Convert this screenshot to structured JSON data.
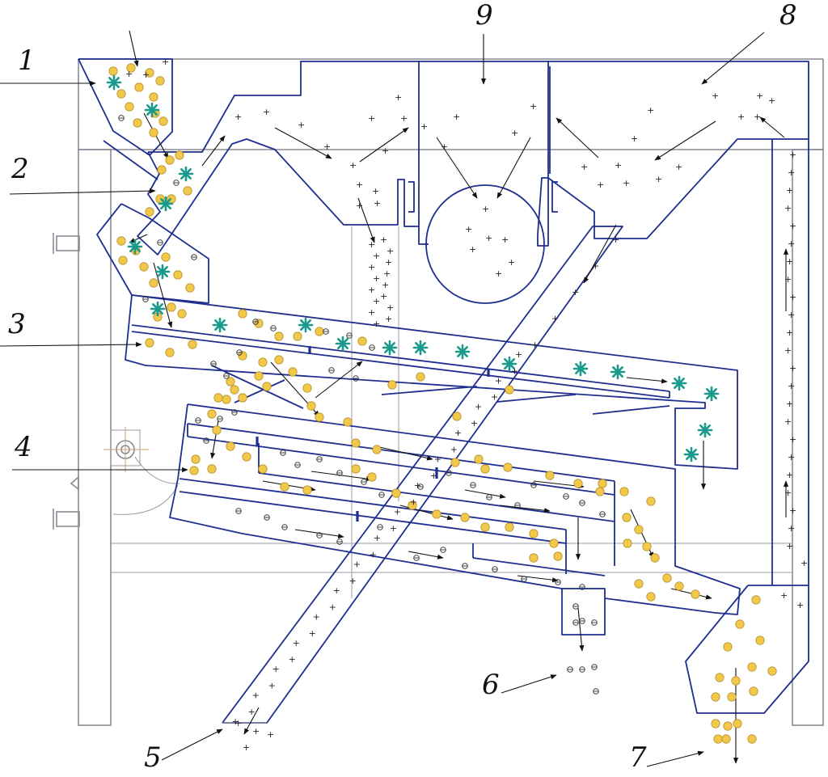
{
  "diagram": {
    "labels": [
      "1",
      "2",
      "3",
      "4",
      "5",
      "6",
      "7",
      "8",
      "9"
    ],
    "colors": {
      "outline": "#1f2f8f",
      "frame": "#8a8a96",
      "grain": "#f2c84b",
      "grain_edge": "#b8912a",
      "star": "#1a9a8c",
      "arrow": "#111111"
    },
    "icons": {
      "grain": "grain-dot-icon",
      "impurity": "asterisk-icon",
      "dust": "plus-icon",
      "light_impurity": "circled-minus-icon"
    }
  }
}
